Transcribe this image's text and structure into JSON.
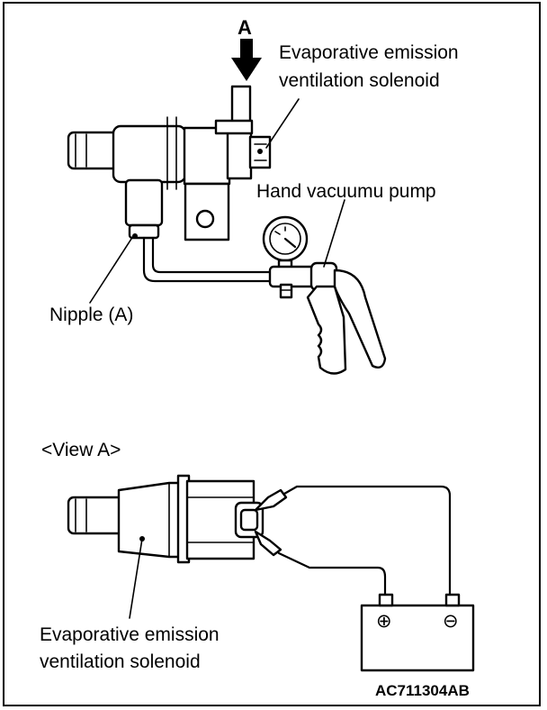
{
  "view_arrow_letter": "A",
  "top_diagram": {
    "solenoid_label_line1": "Evaporative emission",
    "solenoid_label_line2": "ventilation solenoid",
    "pump_label": "Hand vacuumu pump",
    "nipple_label": "Nipple (A)"
  },
  "bottom_diagram": {
    "view_title": "<View A>",
    "solenoid_label_line1": "Evaporative emission",
    "solenoid_label_line2": "ventilation solenoid",
    "battery_plus": "⊕",
    "battery_minus": "⊖"
  },
  "figure_code": "AC711304AB"
}
